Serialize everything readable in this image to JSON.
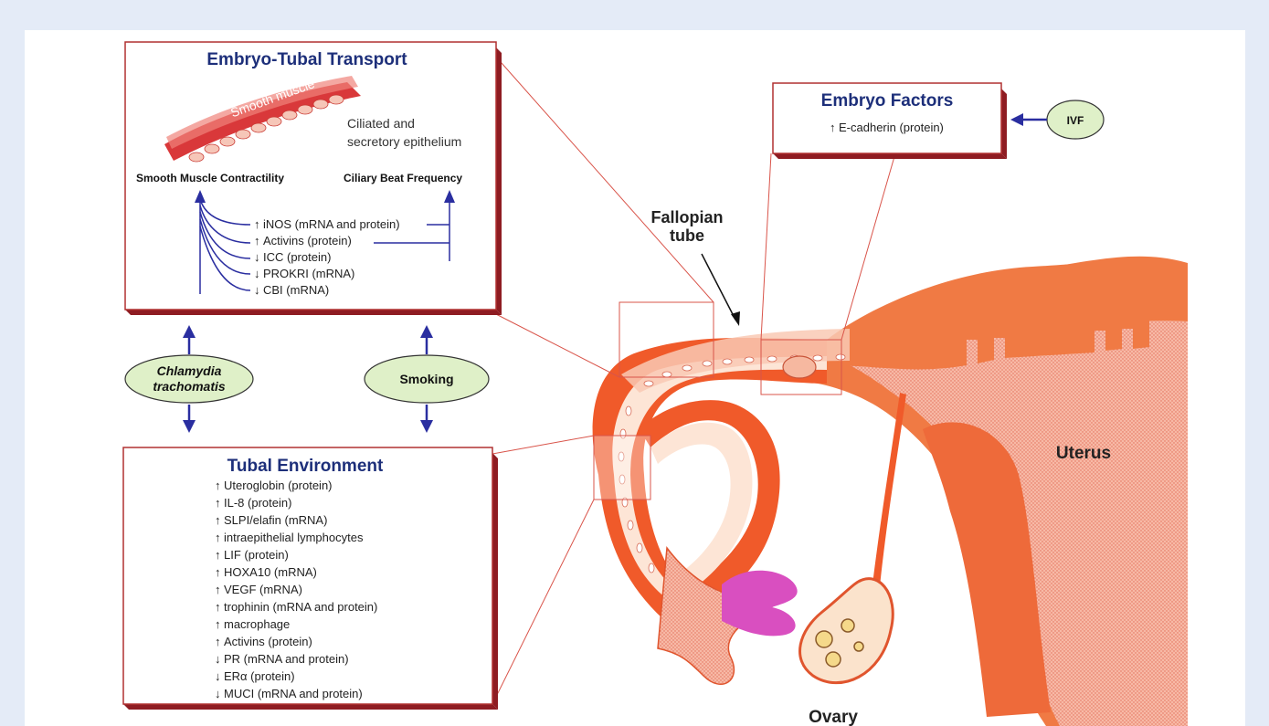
{
  "transport_box": {
    "title": "Embryo-Tubal Transport",
    "smooth_muscle_label": "Smooth muscle",
    "epithelium_label_line1": "Ciliated and",
    "epithelium_label_line2": "secretory epithelium",
    "left_header": "Smooth Muscle Contractility",
    "right_header": "Ciliary Beat Frequency",
    "items": [
      {
        "dir": "up",
        "text": "iNOS (mRNA and protein)"
      },
      {
        "dir": "up",
        "text": "Activins (protein)"
      },
      {
        "dir": "down",
        "text": "ICC (protein)"
      },
      {
        "dir": "down",
        "text": "PROKRI (mRNA)"
      },
      {
        "dir": "down",
        "text": "CBI (mRNA)"
      }
    ]
  },
  "factors": {
    "chlamydia_line1": "Chlamydia",
    "chlamydia_line2": "trachomatis",
    "smoking": "Smoking",
    "ivf": "IVF"
  },
  "environment_box": {
    "title": "Tubal Environment",
    "items": [
      {
        "dir": "up",
        "text": "Uteroglobin (protein)"
      },
      {
        "dir": "up",
        "text": "IL-8 (protein)"
      },
      {
        "dir": "up",
        "text": "SLPI/elafin (mRNA)"
      },
      {
        "dir": "up",
        "text": "intraepithelial lymphocytes"
      },
      {
        "dir": "up",
        "text": "LIF (protein)"
      },
      {
        "dir": "up",
        "text": "HOXA10 (mRNA)"
      },
      {
        "dir": "up",
        "text": "VEGF (mRNA)"
      },
      {
        "dir": "up",
        "text": "trophinin (mRNA and protein)"
      },
      {
        "dir": "up",
        "text": "macrophage"
      },
      {
        "dir": "up",
        "text": "Activins (protein)"
      },
      {
        "dir": "down",
        "text": "PR (mRNA and protein)"
      },
      {
        "dir": "down",
        "text": "ERα (protein)"
      },
      {
        "dir": "down",
        "text": "MUCI (mRNA and protein)"
      }
    ]
  },
  "embryo_box": {
    "title": "Embryo Factors",
    "item": {
      "dir": "up",
      "text": "E-cadherin (protein)"
    }
  },
  "anatomy": {
    "fallopian_line1": "Fallopian",
    "fallopian_line2": "tube",
    "uterus": "Uterus",
    "ovary": "Ovary"
  },
  "colors": {
    "background": "#e4ebf7",
    "panel": "#ffffff",
    "box_border": "#b03030",
    "box_shadow": "#8e1c22",
    "title": "#1d2f7a",
    "arrow": "#2a2ea0",
    "factor_fill": "#dff0c8",
    "tissue": "#f06a3a",
    "tissue_light": "#f9c9b4"
  }
}
